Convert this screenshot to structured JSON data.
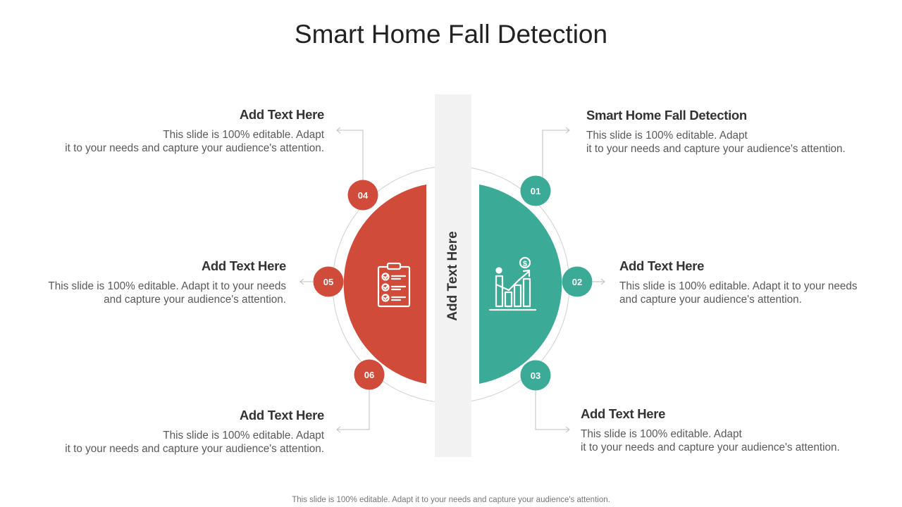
{
  "title": "Smart Home Fall Detection",
  "center_label": "Add Text Here",
  "footer": "This slide is 100% editable. Adapt it to your needs and capture your audience's attention.",
  "colors": {
    "red": "#D04B3A",
    "teal": "#3BAA97",
    "bar": "#F2F2F2",
    "ring": "#D0D0D0",
    "connector": "#BFBFBF"
  },
  "icons": {
    "left": "checklist-clipboard-icon",
    "right": "growth-chart-dollar-icon"
  },
  "items": [
    {
      "num": "01",
      "heading": "Smart Home Fall Detection",
      "desc1": "This slide is 100% editable. Adapt",
      "desc2": "it to your needs and capture your audience's attention."
    },
    {
      "num": "02",
      "heading": "Add Text Here",
      "desc1": "This slide is 100% editable. Adapt it to your needs",
      "desc2": "and capture your audience's attention."
    },
    {
      "num": "03",
      "heading": "Add Text Here",
      "desc1": "This slide is 100% editable. Adapt",
      "desc2": "it to your needs and capture your audience's attention."
    },
    {
      "num": "04",
      "heading": "Add Text Here",
      "desc1": "This slide is 100% editable. Adapt",
      "desc2": "it to your needs and capture your audience's attention."
    },
    {
      "num": "05",
      "heading": "Add Text Here",
      "desc1": "This slide is 100% editable. Adapt it to your needs",
      "desc2": "and capture your audience's attention."
    },
    {
      "num": "06",
      "heading": "Add Text Here",
      "desc1": "This slide is 100% editable. Adapt",
      "desc2": "it to your needs and capture your audience's attention."
    }
  ]
}
